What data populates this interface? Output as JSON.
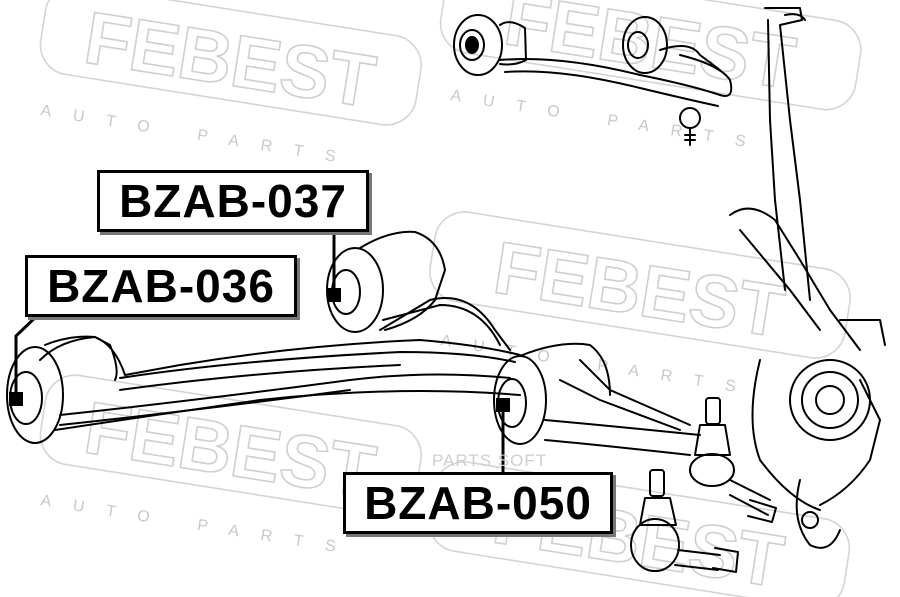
{
  "watermark": {
    "brand": "FEBEST",
    "tagline": "AUTO PARTS",
    "overlay": "PARTS SOFT",
    "color": "#cfcfcf"
  },
  "callouts": [
    {
      "id": "037",
      "label": "BZAB-037"
    },
    {
      "id": "036",
      "label": "BZAB-036"
    },
    {
      "id": "050",
      "label": "BZAB-050"
    }
  ],
  "colors": {
    "line": "#000000",
    "label_border": "#000000",
    "label_shadow": "#777777",
    "background": "#ffffff"
  }
}
